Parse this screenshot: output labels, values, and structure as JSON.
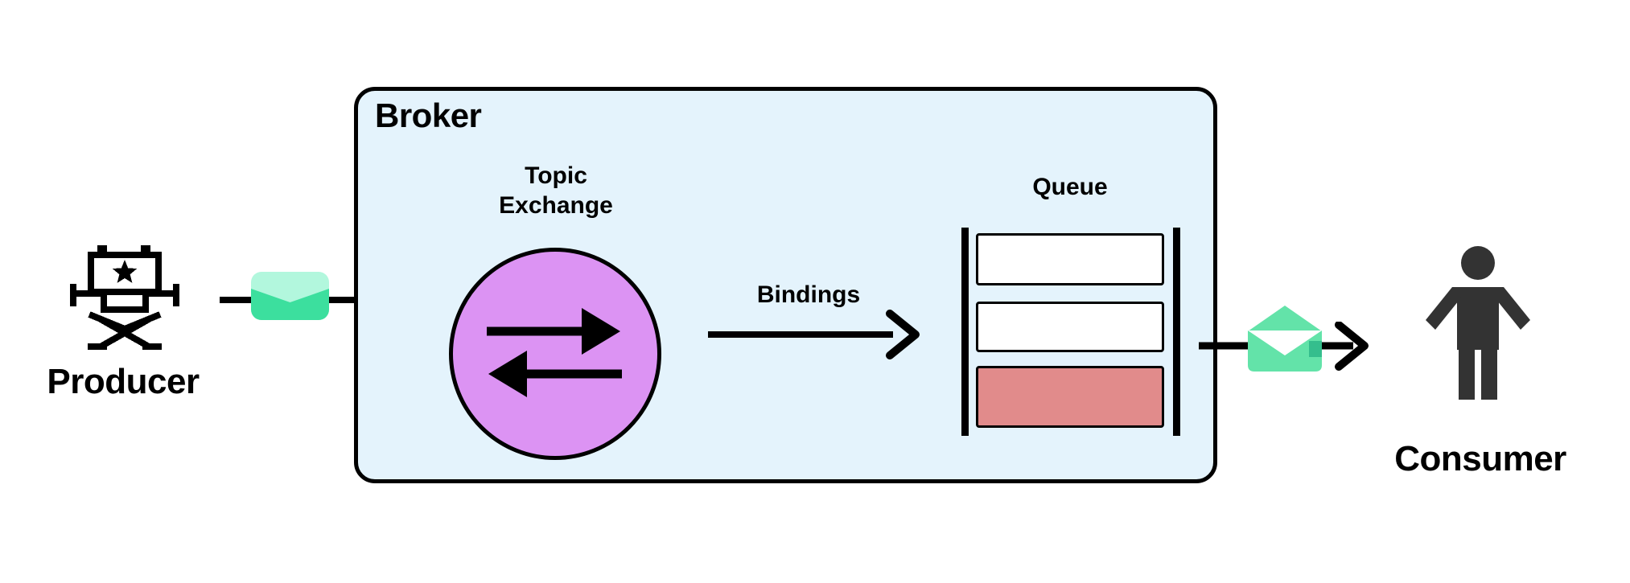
{
  "colors": {
    "background": "#ffffff",
    "outline": "#000000",
    "broker_bg": "#e4f3fc",
    "exchange_fill": "#dc93f3",
    "queue_item_alert": "#e18b8b",
    "envelope_body": "#3cdf9e",
    "envelope_flap": "#b2f7dd",
    "open_envelope": "#63e3a9",
    "open_envelope_notch": "#35be8d",
    "person": "#333333"
  },
  "producer": {
    "label": "Producer",
    "icon": "director-chair-icon"
  },
  "broker": {
    "title": "Broker",
    "exchange": {
      "label_line1": "Topic",
      "label_line2": "Exchange",
      "icon": "swap-arrows-icon"
    },
    "bindings": {
      "label": "Bindings"
    },
    "queue": {
      "label": "Queue",
      "items": [
        {
          "state": "empty",
          "fill": "#ffffff"
        },
        {
          "state": "empty",
          "fill": "#ffffff"
        },
        {
          "state": "filled",
          "fill": "#e18b8b"
        }
      ]
    }
  },
  "consumer": {
    "label": "Consumer",
    "icon": "person-icon"
  },
  "messages": [
    {
      "icon": "closed-envelope-icon",
      "path": "producer-to-broker"
    },
    {
      "icon": "open-envelope-icon",
      "path": "queue-to-consumer"
    }
  ]
}
